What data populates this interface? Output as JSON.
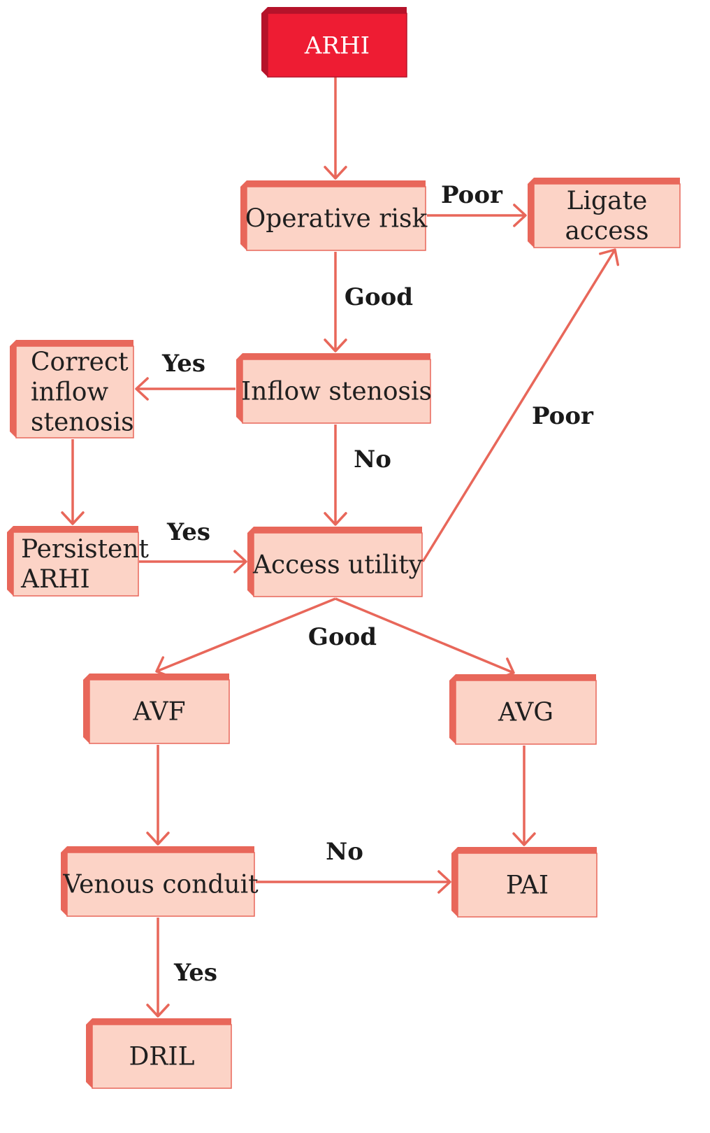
{
  "colors": {
    "root_fill": "#ee1c33",
    "root_side": "#b5132a",
    "node_fill": "#fcd3c6",
    "node_side": "#e8675a",
    "arrow": "#e8675a",
    "root_text": "#ffffff",
    "node_text": "#1f1f1f"
  },
  "nodes": {
    "arhi": [
      "ARHI"
    ],
    "operative_risk": [
      "Operative risk"
    ],
    "ligate_access": [
      "Ligate",
      "access"
    ],
    "inflow_stenosis": [
      "Inflow stenosis"
    ],
    "correct_inflow": [
      "Correct",
      "inflow",
      "stenosis"
    ],
    "persistent_arhi": [
      "Persistent",
      "ARHI"
    ],
    "access_utility": [
      "Access utility"
    ],
    "avf": [
      "AVF"
    ],
    "avg": [
      "AVG"
    ],
    "venous_conduit": [
      "Venous conduit"
    ],
    "pai": [
      "PAI"
    ],
    "dril": [
      "DRIL"
    ]
  },
  "edge_labels": {
    "risk_poor": "Poor",
    "risk_good": "Good",
    "stenosis_yes": "Yes",
    "stenosis_no": "No",
    "persistent_yes": "Yes",
    "utility_poor": "Poor",
    "utility_good": "Good",
    "conduit_no": "No",
    "conduit_yes": "Yes"
  }
}
